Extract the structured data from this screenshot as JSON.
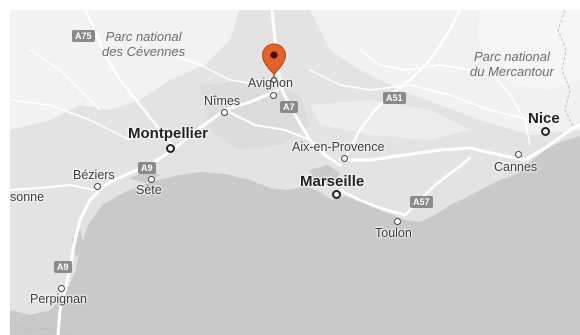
{
  "map": {
    "parks": [
      {
        "line1": "Parc national",
        "line2": "des Cévennes"
      },
      {
        "line1": "Parc national",
        "line2": "du Mercantour"
      }
    ],
    "cities": {
      "avignon": "Avignon",
      "nimes": "Nîmes",
      "montpellier": "Montpellier",
      "aix": "Aix-en-Provence",
      "marseille": "Marseille",
      "nice": "Nice",
      "cannes": "Cannes",
      "beziers": "Béziers",
      "sete": "Sète",
      "narbonne": "sonne",
      "toulon": "Toulon",
      "perpignan": "Perpignan"
    },
    "roads": {
      "a75": "A75",
      "a7": "A7",
      "a51": "A51",
      "a9_north": "A9",
      "a57": "A57",
      "a9_south": "A9"
    },
    "colors": {
      "land": "#e5e5e5",
      "sea": "#c9c9c9",
      "terrain": "#f3f3f3",
      "road": "#ffffff",
      "marker": "#e4622a"
    },
    "marker_icon": "map-pin-icon"
  }
}
